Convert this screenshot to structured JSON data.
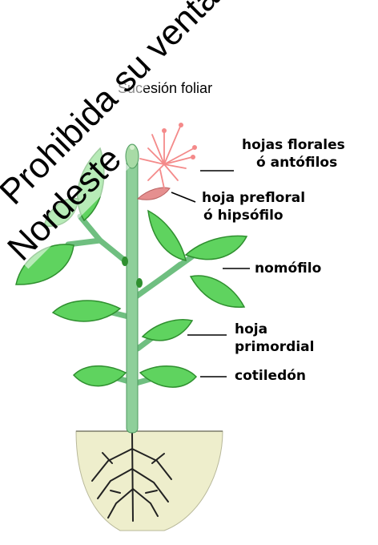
{
  "title": "Sucesión foliar",
  "labels": {
    "florales_1": "hojas florales",
    "florales_2": "ó antófilos",
    "prefloral_1": "hoja prefloral",
    "prefloral_2": "ó hipsófilo",
    "nomofilo": "nomófilo",
    "primordial_1": "hoja",
    "primordial_2": "primordial",
    "cotiledon": "cotiledón"
  },
  "watermark": {
    "line1": "Prohibida su venta",
    "line2": "Nordeste"
  },
  "colors": {
    "leaf": "#5fd35f",
    "leaf_dark": "#2f8f2f",
    "stem": "#8ecf9a",
    "soil": "#eeeecc",
    "flower": "#f48a8a",
    "bract": "#e58f8f"
  }
}
